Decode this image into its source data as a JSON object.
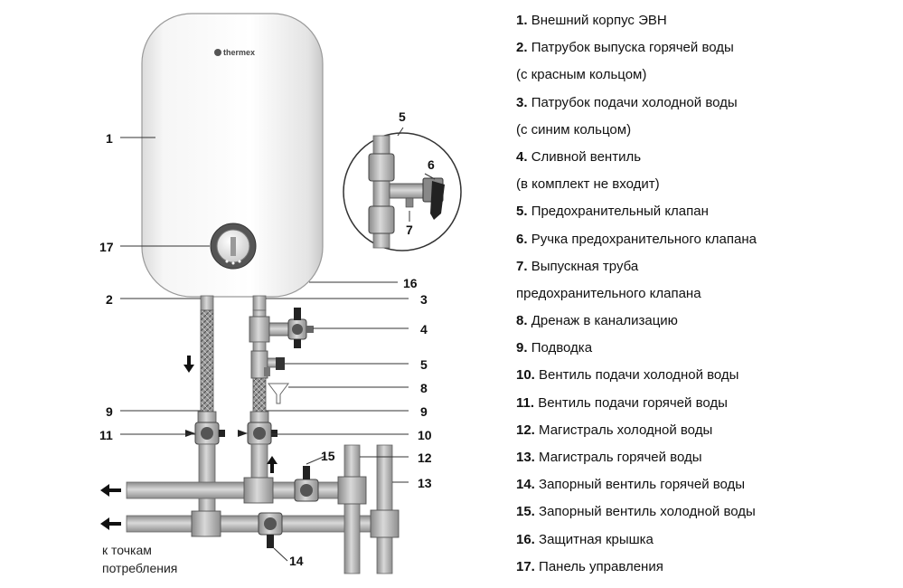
{
  "brand": "thermex",
  "callouts": [
    "1",
    "2",
    "3",
    "4",
    "5",
    "6",
    "7",
    "8",
    "9",
    "9",
    "10",
    "11",
    "12",
    "13",
    "14",
    "15",
    "16",
    "17",
    "5"
  ],
  "consumers_note": {
    "line1": "к точкам",
    "line2": "потребления"
  },
  "legend": [
    {
      "num": "1.",
      "text": "Внешний корпус ЭВН"
    },
    {
      "num": "2.",
      "text": "Патрубок выпуска горячей воды"
    },
    {
      "num": "",
      "text": "(с красным кольцом)"
    },
    {
      "num": "3.",
      "text": "Патрубок подачи холодной воды"
    },
    {
      "num": "",
      "text": "(с синим кольцом)"
    },
    {
      "num": "4.",
      "text": "Сливной вентиль"
    },
    {
      "num": "",
      "text": "(в комплект не входит)"
    },
    {
      "num": "5.",
      "text": "Предохранительный клапан"
    },
    {
      "num": "6.",
      "text": "Ручка предохранительного клапана"
    },
    {
      "num": "7.",
      "text": "Выпускная труба"
    },
    {
      "num": "",
      "text": "предохранительного клапана"
    },
    {
      "num": "8.",
      "text": "Дренаж в канализацию"
    },
    {
      "num": "9.",
      "text": "Подводка"
    },
    {
      "num": "10.",
      "text": "Вентиль подачи холодной воды"
    },
    {
      "num": "11.",
      "text": "Вентиль подачи горячей воды"
    },
    {
      "num": "12.",
      "text": "Магистраль холодной воды"
    },
    {
      "num": "13.",
      "text": "Магистраль горячей воды"
    },
    {
      "num": "14.",
      "text": "Запорный вентиль горячей воды"
    },
    {
      "num": "15.",
      "text": "Запорный вентиль холодной воды"
    },
    {
      "num": "16.",
      "text": "Защитная крышка"
    },
    {
      "num": "17.",
      "text": "Панель управления"
    }
  ]
}
